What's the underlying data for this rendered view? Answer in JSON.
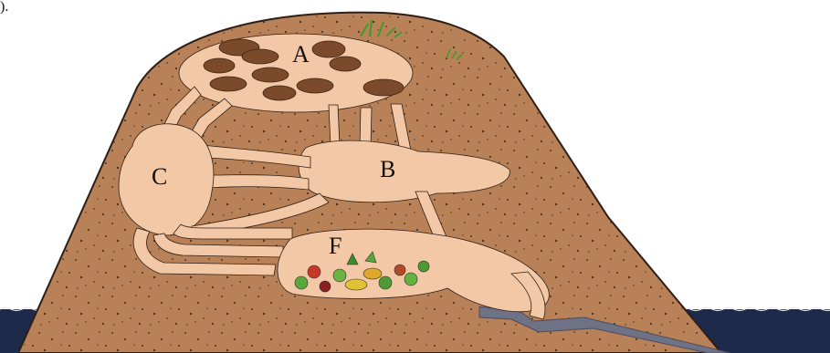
{
  "corner_mark": ").",
  "labels": {
    "a": "A",
    "b": "B",
    "c": "C",
    "f": "F"
  },
  "colors": {
    "soil": "#b98157",
    "soil_outline": "#2e1f16",
    "tunnel": "#f2c8a7",
    "water": "#1d2a4a",
    "water_channel": "#6f7284",
    "grass": "#3f9b2e",
    "animal": "#7a4a2a"
  }
}
